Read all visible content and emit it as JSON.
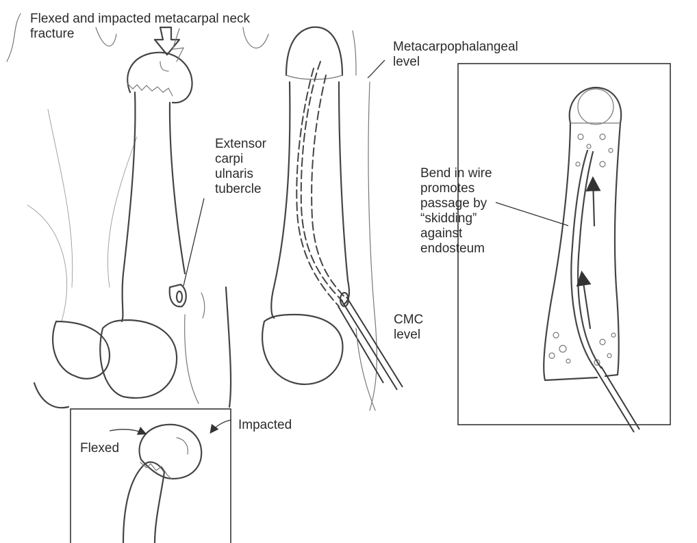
{
  "labels": {
    "fracture": [
      "Flexed and impacted metacarpal neck",
      "fracture"
    ],
    "ecu": [
      "Extensor",
      "carpi",
      "ulnaris",
      "tubercle"
    ],
    "mcp": [
      "Metacarpophalangeal",
      "level"
    ],
    "cmc": [
      "CMC",
      "level"
    ],
    "bend": [
      "Bend in wire",
      "promotes",
      "passage by",
      "“skidding”",
      "against",
      "endosteum"
    ],
    "flexed": "Flexed",
    "impacted": "Impacted"
  },
  "colors": {
    "ink": "#444444",
    "label": "#2b2b2b",
    "background": "#ffffff"
  }
}
